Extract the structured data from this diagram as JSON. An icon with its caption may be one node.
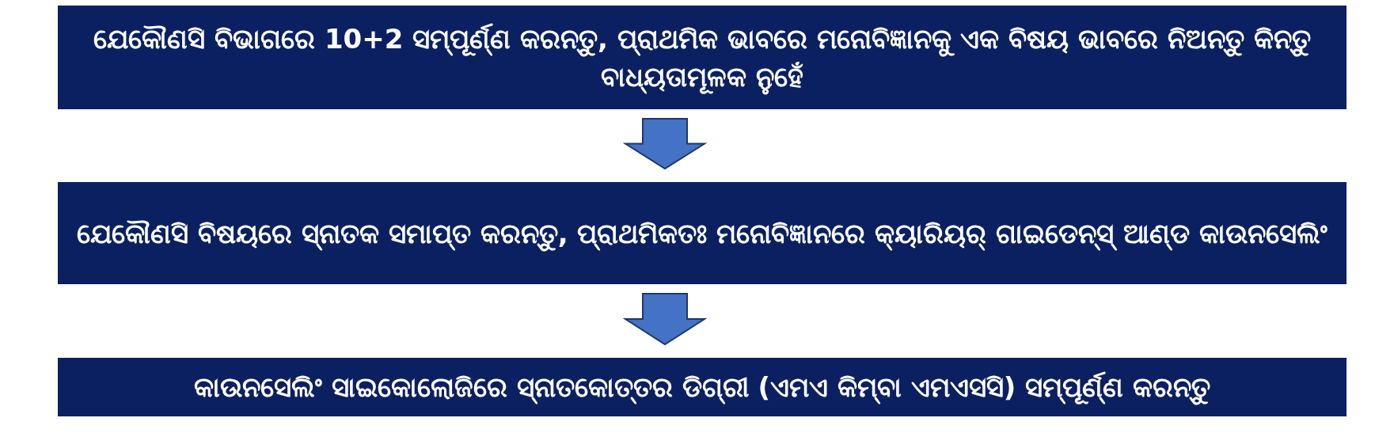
{
  "diagram": {
    "nodes": [
      {
        "text": [
          "ଯେକୌଣସି ବିଭାଗରେ 10+2 ସମ୍ପୂର୍ଣ୍ଣ କରନ୍ତୁ, ପ୍ରାଥମିକ ଭାବରେ ମନୋବିଜ୍ଞାନକୁ ଏକ ବିଷୟ ଭାବରେ ନିଅନ୍ତୁ କିନ୍ତୁ ବାଧ୍ୟତାମୂଳକ ନୁହେଁ"
        ]
      },
      {
        "text": [
          "ଯେକୌଣସି ବିଷୟରେ ସ୍ନାତକ ସମାପ୍ତ କରନ୍ତୁ, ପ୍ରାଥମିକତଃ ମନୋବିଜ୍ଞାନରେ କ୍ୟାରିୟର୍ ଗାଇଡେନ୍ସ୍ ଆଣ୍ଡ କାଉନସେଲିଂ"
        ]
      },
      {
        "text": [
          "କାଉନସେଲିଂ ସାଇକୋଲୋଜିରେ ସ୍ନାତକୋତ୍ତର ଡିଗ୍ରୀ (ଏମଏ କିମ୍ବା ଏମଏସସି) ସମ୍ପୂର୍ଣ୍ଣ କରନ୍ତୁ"
        ]
      }
    ],
    "edges": [
      {
        "from": 0,
        "to": 1,
        "arrow": "to"
      },
      {
        "from": 1,
        "to": 2,
        "arrow": "to"
      }
    ]
  }
}
